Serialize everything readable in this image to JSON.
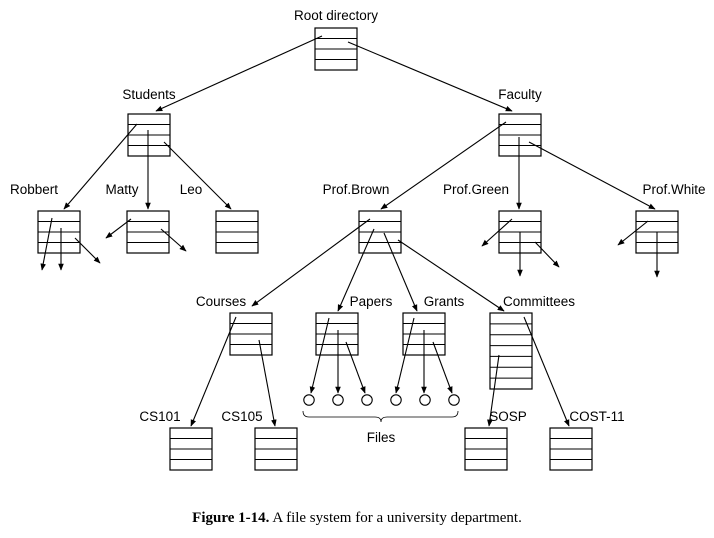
{
  "labels": {
    "root": "Root directory",
    "students": "Students",
    "faculty": "Faculty",
    "robbert": "Robbert",
    "matty": "Matty",
    "leo": "Leo",
    "prof_brown": "Prof.Brown",
    "prof_green": "Prof.Green",
    "prof_white": "Prof.White",
    "courses": "Courses",
    "papers": "Papers",
    "grants": "Grants",
    "committees": "Committees",
    "cs101": "CS101",
    "cs105": "CS105",
    "files": "Files",
    "sosp": "SOSP",
    "cost11": "COST-11"
  },
  "caption": {
    "figure": "Figure 1-14.",
    "text": "A file system for a university department."
  }
}
